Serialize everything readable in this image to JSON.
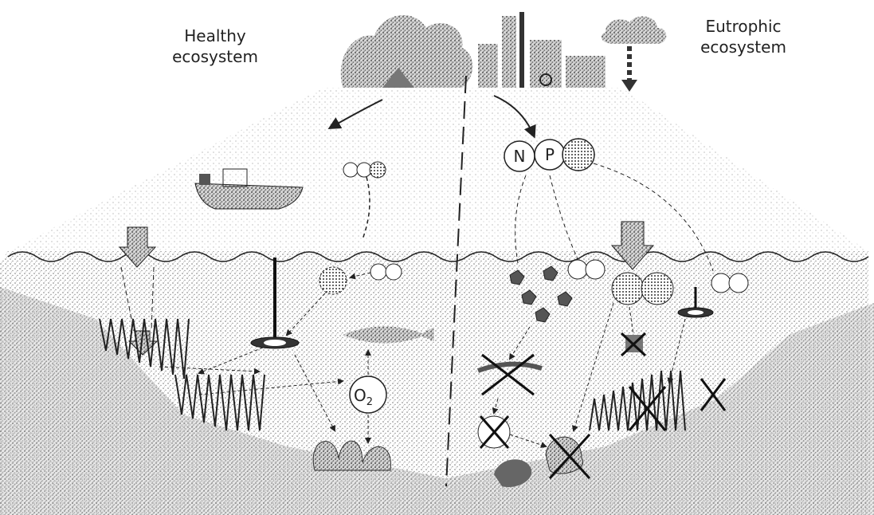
{
  "labels": {
    "healthy_line1": "Healthy",
    "healthy_line2": "ecosystem",
    "eutrophic_line1": "Eutrophic",
    "eutrophic_line2": "ecosystem"
  },
  "nutrients": {
    "n": "N",
    "p": "P"
  },
  "oxygen": {
    "o": "O",
    "sub": "2"
  },
  "colors": {
    "ink": "#222222",
    "shading": "#9a9a9a",
    "water_shade": "#b8b8b8",
    "background": "#ffffff"
  }
}
